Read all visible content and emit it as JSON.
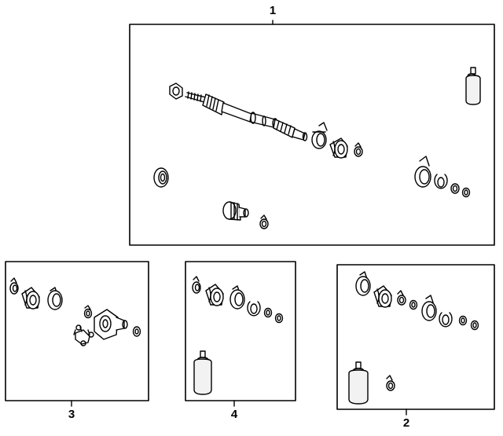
{
  "diagram": {
    "callouts": {
      "c1": "1",
      "c2": "2",
      "c3": "3",
      "c4": "4"
    },
    "colors": {
      "ink": "#000000",
      "paper": "#ffffff",
      "fluid": "#f2f2f2"
    },
    "icons": [
      "axle-shaft-icon",
      "grease-tube-icon",
      "boot-clamp-icon",
      "cv-boot-icon",
      "tripod-joint-icon",
      "outer-cv-joint-icon",
      "nut-icon",
      "dust-seal-icon",
      "snap-ring-icon"
    ]
  }
}
